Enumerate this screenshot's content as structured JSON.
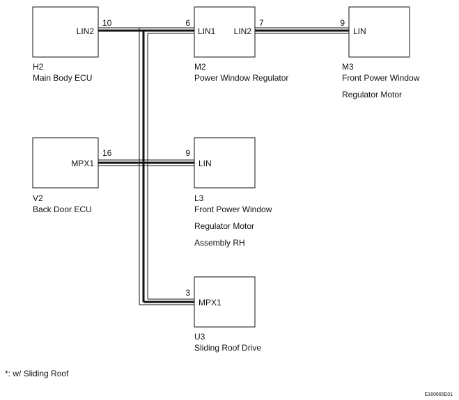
{
  "components": {
    "h2": {
      "code": "H2",
      "name_lines": [
        "Main Body ECU"
      ],
      "port": "LIN2",
      "pin": "10"
    },
    "m2": {
      "code": "M2",
      "name_lines": [
        "Power Window Regulator"
      ],
      "port_left": "LIN1",
      "pin_left": "6",
      "port_right": "LIN2",
      "pin_right": "7"
    },
    "m3": {
      "code": "M3",
      "name_lines": [
        "Front Power Window",
        "Regulator Motor"
      ],
      "port": "LIN",
      "pin": "9"
    },
    "v2": {
      "code": "V2",
      "name_lines": [
        "Back Door ECU"
      ],
      "port": "MPX1",
      "pin": "16"
    },
    "l3": {
      "code": "L3",
      "name_lines": [
        "Front Power Window",
        "Regulator Motor",
        "Assembly RH"
      ],
      "port": "LIN",
      "pin": "9"
    },
    "u3": {
      "code": "U3",
      "name_lines": [
        "Sliding Roof Drive"
      ],
      "port": "MPX1",
      "pin": "3"
    }
  },
  "footnote": "*: w/ Sliding Roof",
  "figure_code": "E160665E01",
  "colors": {
    "line": "#111111",
    "background": "#ffffff"
  }
}
